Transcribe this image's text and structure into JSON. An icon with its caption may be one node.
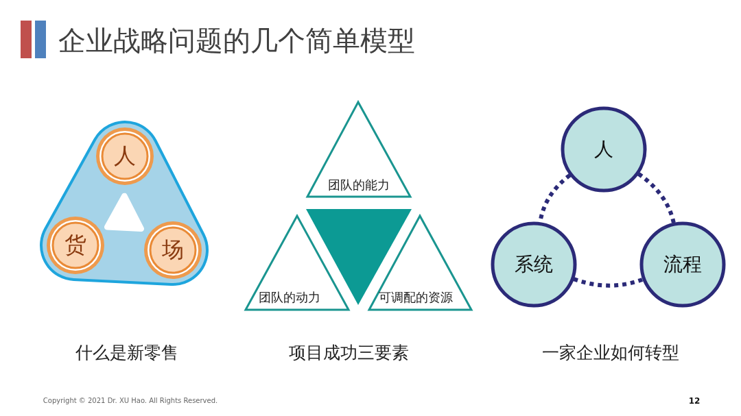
{
  "diagram": {
    "title": "企业战略问题的几个简单模型",
    "nodes": [
      {
        "text": [
          "人"
        ]
      },
      {
        "text": [
          "货"
        ]
      },
      {
        "text": [
          "场"
        ]
      },
      {
        "text": [
          "团队的能力"
        ]
      },
      {
        "text": [],
        "shape": "triangle"
      },
      {
        "text": [
          "团队的动力"
        ]
      },
      {
        "text": [
          "可调配的资源"
        ]
      },
      {
        "text": [
          "人"
        ]
      },
      {
        "text": [
          "系统"
        ]
      },
      {
        "text": [
          "流程"
        ]
      }
    ],
    "edges": [
      {
        "from": 7,
        "to": 8,
        "arrow": "none",
        "style": "dashed"
      },
      {
        "from": 7,
        "to": 9,
        "arrow": "none",
        "style": "dashed"
      },
      {
        "from": 8,
        "to": 9,
        "arrow": "none",
        "style": "dashed"
      }
    ],
    "labels": [
      "什么是新零售",
      "项目成功三要素",
      "一家企业如何转型",
      "Copyright © 2021 Dr. XU Hao. All Rights Reserved.",
      "12"
    ]
  }
}
